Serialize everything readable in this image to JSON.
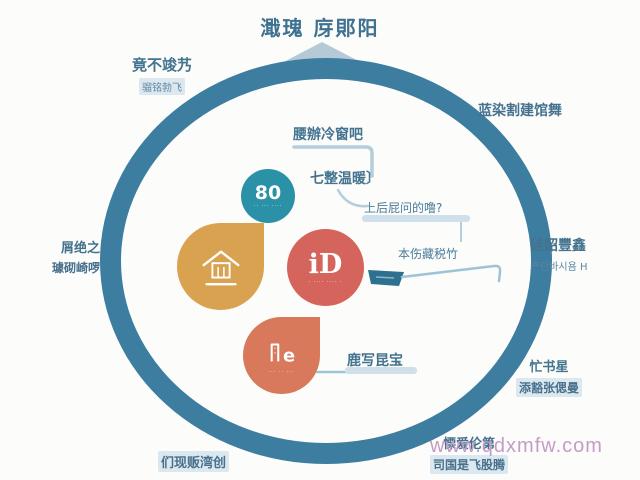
{
  "title": "濈瑰 庌郥阳",
  "watermark": "www.qdxmfw.com",
  "colors": {
    "ring": "#3c7da0",
    "badge_teal": "#2a91a7",
    "slice_orange": "#d9a250",
    "circle_coral": "#d5645c",
    "slice_coral": "#d7795a",
    "label_teal": "#44738f",
    "connector_blue": "#b5cedd",
    "highlight_blue": "#cfe0ea",
    "triangle_gray": "#b6c9d6",
    "watermark_purple": "#c59cc6"
  },
  "center": {
    "badge_value": "80",
    "badge_subtext": "·· ··· ····",
    "id_value": "iD",
    "id_subtext": "· ···· ···· ·",
    "slice_subtext": "··· ·· ···"
  },
  "flow": {
    "step1": "腰辦冷窗吧",
    "step2": "七整温暖〕",
    "step3": "上后屁问的噜?",
    "step4": "本伤藏税竹",
    "slice_label": "鹿写昆宝"
  },
  "outer_labels": {
    "top_left": {
      "line1": "竟不竣艿",
      "line2": "骝铭勃飞"
    },
    "top_right": {
      "line1": "蓝染割建馆舞"
    },
    "left": {
      "line1": "屑绝之",
      "line2": "璩砌崎啰"
    },
    "right": {
      "line1": "硅韶豐鑫",
      "line2": "产단바시욤 H"
    },
    "bottom_right": {
      "line1": "忙书星",
      "line2": "添豁张偲曼"
    },
    "bottom_left": {
      "line1": "们现贩湾创"
    },
    "bottom_center": {
      "line1": "慄爱伦第",
      "line2": "司国是飞股腾"
    }
  }
}
